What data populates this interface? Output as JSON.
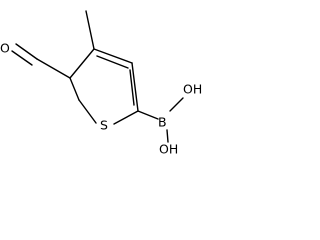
{
  "atoms": {
    "aldehyde_oxygen": "O",
    "ring_sulfur": "S",
    "boron": "B",
    "hydroxyl_upper": "OH",
    "hydroxyl_lower": "OH"
  }
}
